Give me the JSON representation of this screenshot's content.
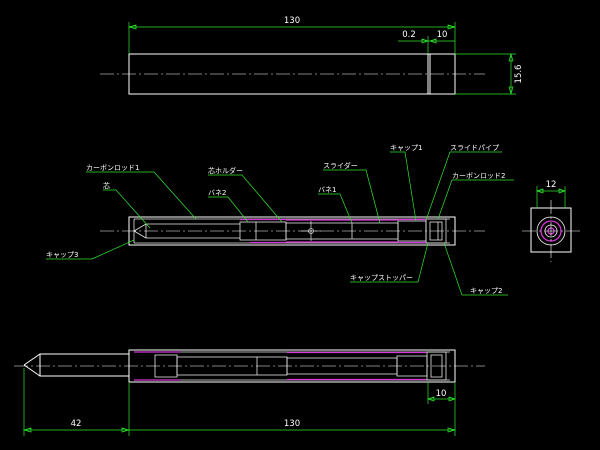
{
  "drawing": {
    "dimensions": {
      "top_length": "130",
      "top_cap_width": "0.2",
      "top_end_length": "10",
      "top_diameter": "15.6",
      "end_view_diameter": "12",
      "bottom_tip_length": "42",
      "bottom_length": "130",
      "bottom_end_length": "10"
    },
    "part_labels": {
      "carbon_rod_1": "カーボンロッド1",
      "lead": "芯",
      "lead_holder": "芯ホルダー",
      "spring_2": "バネ2",
      "spring_1": "バネ1",
      "slider": "スライダー",
      "cap_1": "キャップ1",
      "slide_pipe": "スライドパイプ",
      "carbon_rod_2": "カーボンロッド2",
      "cap_3": "キャップ3",
      "cap_stopper": "キャップストッパー",
      "cap_2": "キャップ2"
    },
    "colors": {
      "background": "#000000",
      "outline": "#ffffff",
      "dimension": "#2ee62e",
      "highlight": "#d838d8"
    }
  }
}
